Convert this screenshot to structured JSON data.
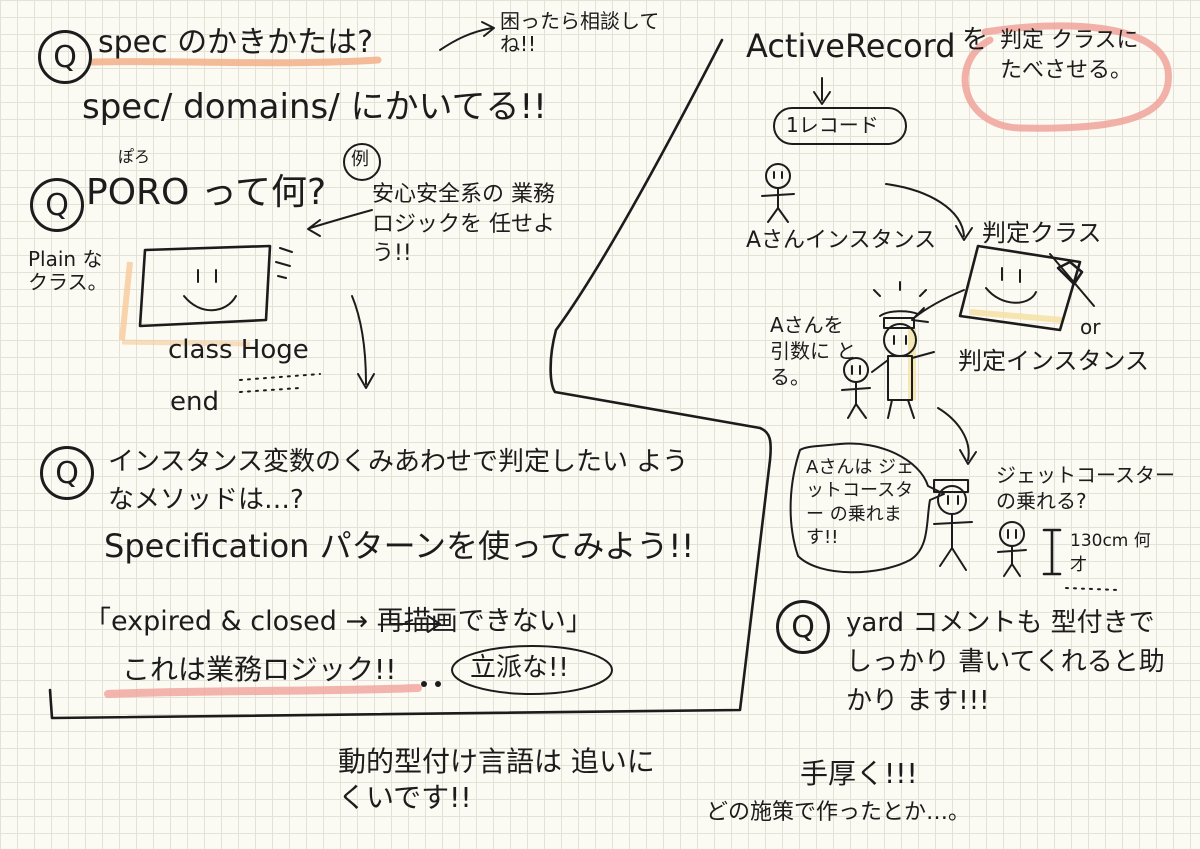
{
  "colors": {
    "ink": "#1c1c1c",
    "paper": "#fbfaf3",
    "grid": "#e4e2d6",
    "orange_highlight": "#f3b48e",
    "pink_highlight": "#f0a39a",
    "yellow_highlight": "#f5e2a8"
  },
  "left": {
    "q1": {
      "mark": "Q",
      "title": "spec のかきかたは?",
      "answer": "spec/ domains/ にかいてる!!"
    },
    "consult_note": "困ったら相談してね!!",
    "q2": {
      "mark": "Q",
      "ruby": "ぽろ",
      "title": "PORO って何?",
      "plain_label": "Plain な クラス。",
      "example_mark": "例",
      "example_text": "安心安全系の 業務ロジックを 任せよう!!",
      "code_line1": "class Hoge",
      "code_line2": "end"
    },
    "q3": {
      "mark": "Q",
      "title": "インスタンス変数のくみあわせで判定したい ようなメソッドは…?",
      "answer": "Specification パターンを使ってみよう!!"
    },
    "example_sentence": "「expired & closed → 再描画できない」",
    "business_logic": "これは業務ロジック!!",
    "praise": "立派な!!"
  },
  "bottom_note": "動的型付け言語は 追いにくいです!!",
  "right": {
    "ar_title": "ActiveRecord",
    "ar_suffix": "を",
    "judge_note": "判定 クラスに たべさせる。",
    "record_label": "1レコード",
    "instance_a": "Aさんインスタンス",
    "judge_class": "判定クラス",
    "or_label": "or",
    "judge_instance": "判定インスタンス",
    "arg_note": "Aさんを 引数に とる。",
    "bubble_text": "Aさんは ジェットコースター の乗れます!!",
    "coaster_question": "ジェットコースター の乗れる?",
    "height_label": "130cm 何才",
    "q4": {
      "mark": "Q",
      "text": "yard コメントも 型付きでしっかり 書いてくれると助かり ます!!!"
    },
    "thick_note": "手厚く!!!",
    "policy_note": "どの施策で作ったとか…。"
  }
}
